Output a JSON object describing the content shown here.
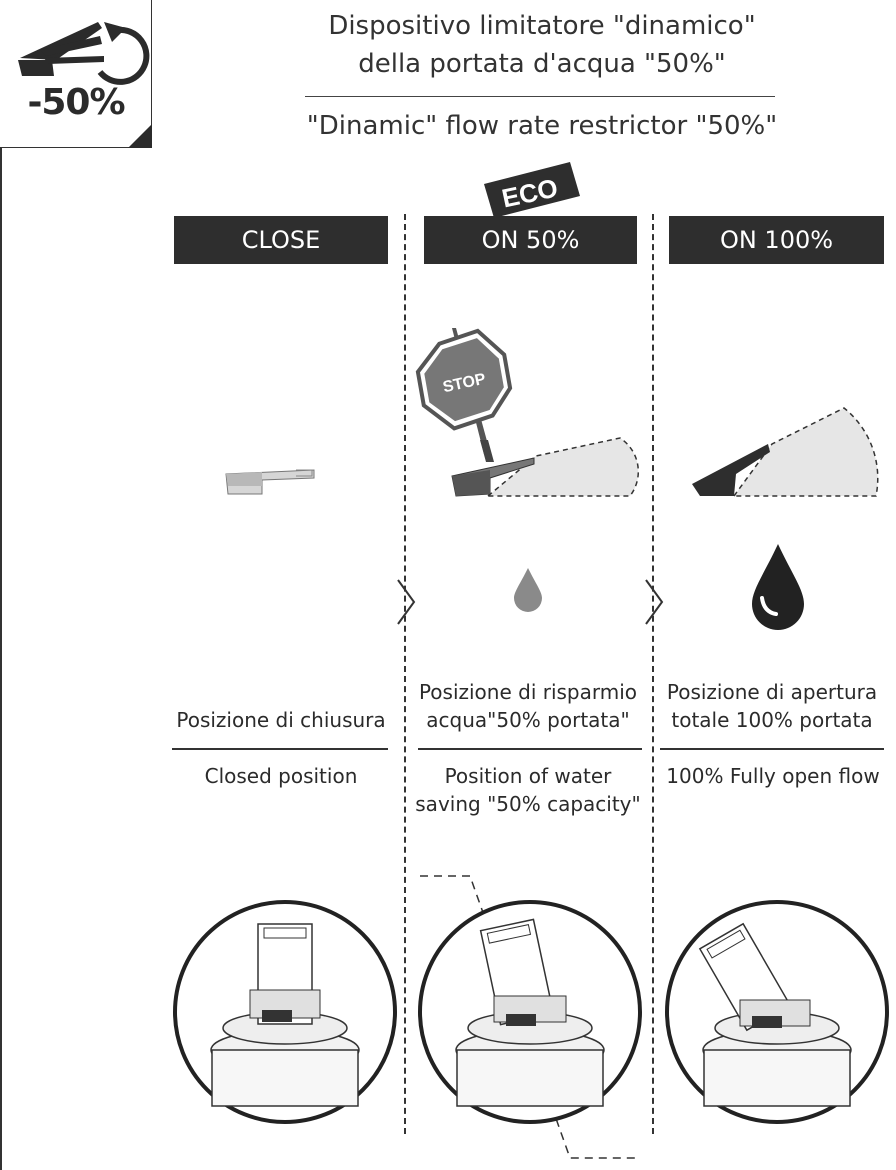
{
  "badge": {
    "text": "-50%"
  },
  "title": {
    "it_line1": "Dispositivo limitatore \"dinamico\"",
    "it_line2": "della portata d'acqua \"50%\"",
    "en": "\"Dinamic\" flow rate restrictor \"50%\""
  },
  "eco_tag": "ECO",
  "stop_sign": "STOP",
  "columns": [
    {
      "header": "CLOSE",
      "label_it": "Posizione di chiusura",
      "label_en": "Closed position"
    },
    {
      "header": "ON  50%",
      "label_it_1": "Posizione di risparmio",
      "label_it_2": "acqua\"50% portata\"",
      "label_en_1": "Position of water",
      "label_en_2": "saving \"50% capacity\""
    },
    {
      "header": "ON  100%",
      "label_it_1": "Posizione di apertura",
      "label_it_2": "totale 100% portata",
      "label_en": "100% Fully open flow"
    }
  ],
  "icons": {
    "badge": "lever-arc-icon",
    "drop_small": "water-drop-small-icon",
    "drop_large": "water-drop-large-icon",
    "arrows": "chevron-right-icon"
  },
  "colors": {
    "dark": "#2e2e2e",
    "light_gray": "#e6e6e6",
    "mid_gray": "#7a7a7a"
  }
}
